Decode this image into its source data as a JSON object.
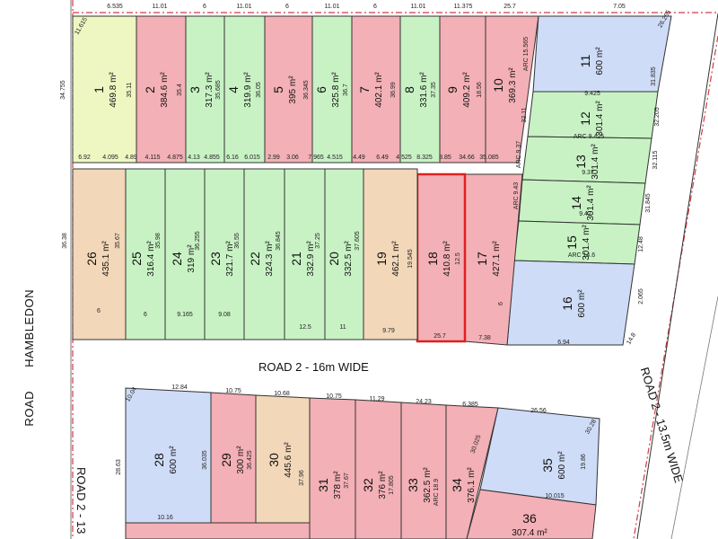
{
  "roads": {
    "left_line1": "HAMBLEDON",
    "left_line2": "ROAD",
    "main": "ROAD 2 - 16m WIDE",
    "right": "ROAD 2 - 13.5m WIDE",
    "lower_left": "ROAD 2 - 13"
  },
  "colors": {
    "green": "#c8f2c4",
    "pink": "#f3b0b6",
    "tan": "#f2d7b9",
    "blue": "#cfdcf7",
    "yellow": "#eef7c2",
    "outline": "#333333",
    "highlight": "#e0201e",
    "boundary": "#d23a45"
  },
  "lots": [
    {
      "num": "1",
      "area": "469.8 m²",
      "color": "yellow",
      "selected": false
    },
    {
      "num": "2",
      "area": "384.6 m²",
      "color": "pink",
      "selected": false
    },
    {
      "num": "3",
      "area": "317.3 m²",
      "color": "green",
      "selected": false
    },
    {
      "num": "4",
      "area": "319.9 m²",
      "color": "green",
      "selected": false
    },
    {
      "num": "5",
      "area": "395 m²",
      "color": "pink",
      "selected": false
    },
    {
      "num": "6",
      "area": "325.8 m²",
      "color": "green",
      "selected": false
    },
    {
      "num": "7",
      "area": "402.1 m²",
      "color": "pink",
      "selected": false
    },
    {
      "num": "8",
      "area": "331.6 m²",
      "color": "green",
      "selected": false
    },
    {
      "num": "9",
      "area": "409.2 m²",
      "color": "pink",
      "selected": false
    },
    {
      "num": "10",
      "area": "369.3 m²",
      "color": "pink",
      "selected": false
    },
    {
      "num": "11",
      "area": "600 m²",
      "color": "blue",
      "selected": false
    },
    {
      "num": "12",
      "area": "301.4 m²",
      "color": "green",
      "selected": false
    },
    {
      "num": "13",
      "area": "301.4 m²",
      "color": "green",
      "selected": false
    },
    {
      "num": "14",
      "area": "301.4 m²",
      "color": "green",
      "selected": false
    },
    {
      "num": "15",
      "area": "301.4 m²",
      "color": "green",
      "selected": false
    },
    {
      "num": "16",
      "area": "600 m²",
      "color": "blue",
      "selected": false
    },
    {
      "num": "17",
      "area": "427.1 m²",
      "color": "pink",
      "selected": false
    },
    {
      "num": "18",
      "area": "410.8 m²",
      "color": "pink",
      "selected": true
    },
    {
      "num": "19",
      "area": "462.1 m²",
      "color": "tan",
      "selected": false
    },
    {
      "num": "20",
      "area": "332.5 m²",
      "color": "green",
      "selected": false
    },
    {
      "num": "21",
      "area": "332.9 m²",
      "color": "green",
      "selected": false
    },
    {
      "num": "22",
      "area": "324.3 m²",
      "color": "green",
      "selected": false
    },
    {
      "num": "23",
      "area": "321.7 m²",
      "color": "green",
      "selected": false
    },
    {
      "num": "24",
      "area": "319 m²",
      "color": "green",
      "selected": false
    },
    {
      "num": "25",
      "area": "316.4 m²",
      "color": "green",
      "selected": false
    },
    {
      "num": "26",
      "area": "435.1 m²",
      "color": "tan",
      "selected": false
    },
    {
      "num": "28",
      "area": "600 m²",
      "color": "blue",
      "selected": false
    },
    {
      "num": "29",
      "area": "300 m²",
      "color": "pink",
      "selected": false
    },
    {
      "num": "30",
      "area": "445.6 m²",
      "color": "tan",
      "selected": false
    },
    {
      "num": "31",
      "area": "378 m²",
      "color": "pink",
      "selected": false
    },
    {
      "num": "32",
      "area": "376 m²",
      "color": "pink",
      "selected": false
    },
    {
      "num": "33",
      "area": "362.5 m²",
      "color": "pink",
      "selected": false
    },
    {
      "num": "34",
      "area": "376.1 m²",
      "color": "pink",
      "selected": false
    },
    {
      "num": "35",
      "area": "600 m²",
      "color": "blue",
      "selected": false
    },
    {
      "num": "36",
      "area": "307.4 m²",
      "color": "pink",
      "selected": false
    },
    {
      "num": "",
      "area": "",
      "color": "pink",
      "selected": false
    }
  ],
  "dims": [
    "11.615",
    "6.535",
    "11.01",
    "6",
    "11.01",
    "6",
    "11.01",
    "6",
    "11.01",
    "11.375",
    "25.7",
    "7.05",
    "26.265",
    "34.755",
    "35.11",
    "35.4",
    "35.685",
    "36.05",
    "36.345",
    "36.7",
    "36.99",
    "37.35",
    "18.56",
    "ARC 15.565",
    "31.835",
    "9.425",
    "32.11",
    "ARC 9.425",
    "32.205",
    "9.37",
    "ARC 9.37",
    "32.115",
    "9.42",
    "ARC 9.43",
    "31.845",
    "ARC 14.6",
    "12.48",
    "2.065",
    "6.92",
    "4.095",
    "4.89",
    "4.115",
    "4.875",
    "4.13",
    "4.855",
    "6.16",
    "6.015",
    "2.99",
    "3.06",
    "7.965",
    "4.515",
    "4.49",
    "6.49",
    "4.525",
    "8.325",
    "8.85",
    "34.66",
    "35.085",
    "36.38",
    "35.67",
    "35.98",
    "36.255",
    "36.55",
    "36.845",
    "37.25",
    "37.605",
    "19.545",
    "12.5",
    "6",
    "6",
    "6",
    "9.165",
    "9.08",
    "12.5",
    "11",
    "9.79",
    "25.7",
    "7.38",
    "6.94",
    "14.8",
    "10.04",
    "12.84",
    "10.75",
    "10.68",
    "10.75",
    "11.29",
    "24.23",
    "6.385",
    "26.56",
    "30.28",
    "28.63",
    "36.035",
    "36.425",
    "37.96",
    "37.67",
    "17.805",
    "ARC 18.9",
    "30.025",
    "19.86",
    "10.015",
    "10.16"
  ]
}
